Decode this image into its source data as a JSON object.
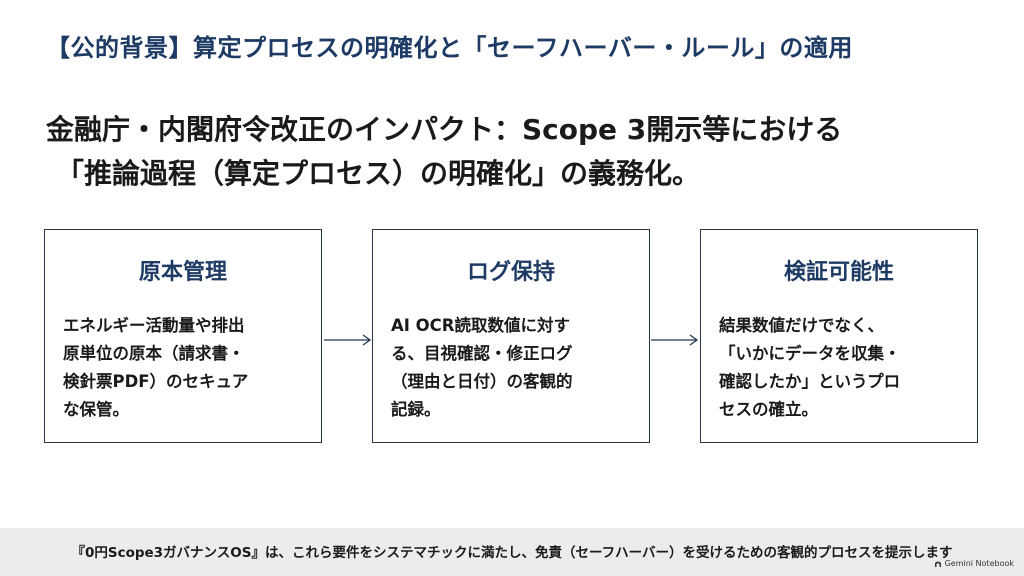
{
  "slide": {
    "title": "【公的背景】算定プロセスの明確化と「セーフハーバー・ルール」の適用",
    "headline_lines": [
      "金融庁・内閣府令改正のインパクト：Scope 3開示等における",
      "「推論過程（算定プロセス）の明確化」の義務化。"
    ]
  },
  "boxes": [
    {
      "title": "原本管理",
      "lines": [
        "エネルギー活動量や排出",
        "原単位の原本（請求書・",
        "検針票PDF）のセキュア",
        "な保管。"
      ]
    },
    {
      "title": "ログ保持",
      "lines": [
        "AI OCR読取数値に対す",
        "る、目視確認・修正ログ",
        "（理由と日付）の客観的",
        "記録。"
      ]
    },
    {
      "title": "検証可能性",
      "lines": [
        "結果数値だけでなく、",
        "「いかにデータを収集・",
        "確認したか」というプロ",
        "セスの確立。"
      ]
    }
  ],
  "footer": {
    "text": "『0円Scope3ガバナンスOS』は、これら要件をシステマチックに満たし、免責（セーフハーバー）を受けるための客観的プロセスを提示します",
    "brand": "Gemini Notebook"
  },
  "colors": {
    "accent": "#1c3a63",
    "border": "#24374f",
    "footer_bg": "#ececec"
  },
  "icons": [
    "arrow-right-icon",
    "notebook-logo-icon"
  ]
}
